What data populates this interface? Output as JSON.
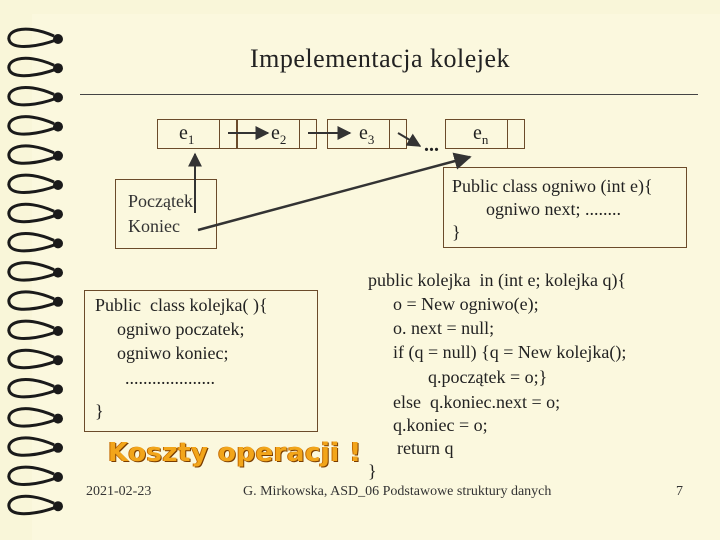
{
  "title": "Impelementacja  kolejek",
  "nodes": [
    {
      "base": "e",
      "sub": "1"
    },
    {
      "base": "e",
      "sub": "2"
    },
    {
      "base": "e",
      "sub": "3"
    },
    {
      "base": "e",
      "sub": "n"
    }
  ],
  "ellipsis": "...",
  "queue_box": {
    "line1": "Początek",
    "line2": "Koniec"
  },
  "ogniwo_box": {
    "line1": "Public class ogniwo (int e){",
    "line2": "ogniwo next; ........",
    "line3": "}"
  },
  "kolejka_box": {
    "line1": "Public  class kolejka( ){",
    "line2": "ogniwo poczatek;",
    "line3": "ogniwo koniec;",
    "line4": "....................",
    "line5": "}"
  },
  "in_code": [
    "public kolejka  in (int e; kolejka q){",
    "o = New ogniwo(e);",
    "o. next = null;",
    "if (q = null) {q = New kolejka();",
    "q.początek = o;}",
    "else  q.koniec.next = o;",
    "q.koniec = o;",
    "return q",
    "}"
  ],
  "banner": "Koszty operacji !",
  "footer": {
    "date": "2021-02-23",
    "source": "G. Mirkowska, ASD_06 Podstawowe struktury danych",
    "page": "7"
  },
  "colors": {
    "background": "#fbf8de",
    "border": "#6b4b2a",
    "banner": "#f2a51a"
  }
}
